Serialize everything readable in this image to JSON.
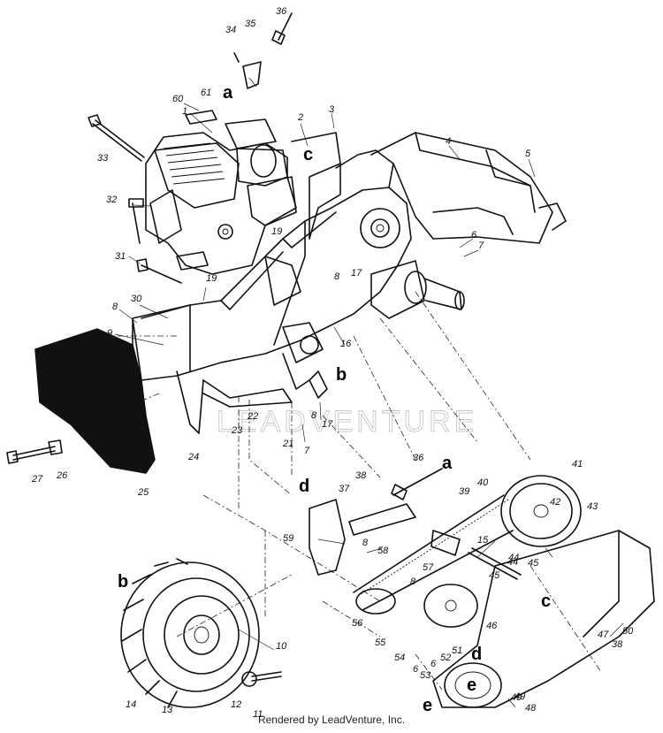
{
  "watermark": "LEADVENTURE",
  "footer": "Rendered by LeadVenture, Inc.",
  "ref_letters": [
    "a",
    "b",
    "c",
    "d",
    "e",
    "a",
    "b",
    "c",
    "d",
    "e"
  ],
  "part_numbers": [
    "1",
    "2",
    "3",
    "4",
    "5",
    "6",
    "7",
    "8",
    "9",
    "10",
    "11",
    "12",
    "13",
    "14",
    "15",
    "16",
    "17",
    "19",
    "21",
    "22",
    "23",
    "24",
    "25",
    "26",
    "27",
    "30",
    "31",
    "32",
    "33",
    "34",
    "35",
    "36",
    "37",
    "38",
    "39",
    "40",
    "41",
    "42",
    "43",
    "44",
    "45",
    "46",
    "47",
    "48",
    "49",
    "50",
    "51",
    "52",
    "53",
    "54",
    "55",
    "56",
    "57",
    "58",
    "59",
    "60",
    "61",
    "6",
    "7",
    "8",
    "8",
    "8",
    "17",
    "19",
    "36",
    "38",
    "44",
    "45",
    "49",
    "6",
    "8"
  ]
}
